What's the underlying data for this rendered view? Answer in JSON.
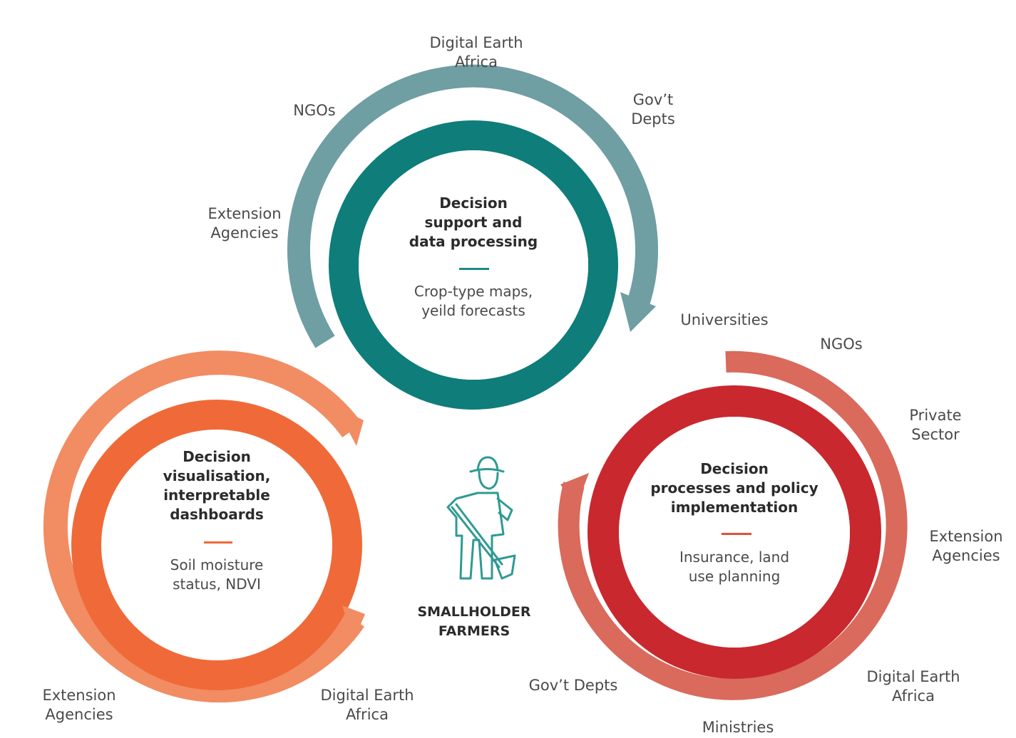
{
  "colors": {
    "teal_ring": "#0f7d7a",
    "teal_arrow": "#6f9ea3",
    "orange_ring": "#ef6a38",
    "orange_arrow": "#f28c62",
    "red_ring": "#c9282e",
    "red_arrow": "#d96a5c",
    "teal_dash": "#1f8a86",
    "orange_dash": "#ef6a38",
    "red_dash": "#e0503c",
    "farmer": "#2f9a93"
  },
  "cycles": {
    "top": {
      "title": "Decision\nsupport and\ndata processing",
      "subtitle": "Crop-type maps,\nyeild forecasts",
      "stakeholders": {
        "dea": "Digital Earth\nAfrica",
        "ngos": "NGOs",
        "govt": "Gov’t\nDepts",
        "extension": "Extension\nAgencies",
        "universities": "Universities"
      }
    },
    "left": {
      "title": "Decision\nvisualisation,\ninterpretable\ndashboards",
      "subtitle": "Soil moisture\nstatus, NDVI",
      "stakeholders": {
        "extension": "Extension\nAgencies",
        "dea": "Digital Earth\nAfrica"
      }
    },
    "right": {
      "title": "Decision\nprocesses and policy\nimplementation",
      "subtitle": "Insurance, land\nuse planning",
      "stakeholders": {
        "ngos": "NGOs",
        "private": "Private\nSector",
        "extension": "Extension\nAgencies",
        "dea": "Digital Earth\nAfrica",
        "ministries": "Ministries",
        "govt": "Gov’t Depts"
      }
    }
  },
  "center": {
    "label": "SMALLHOLDER\nFARMERS",
    "icon": "farmer-with-shovel-icon"
  }
}
